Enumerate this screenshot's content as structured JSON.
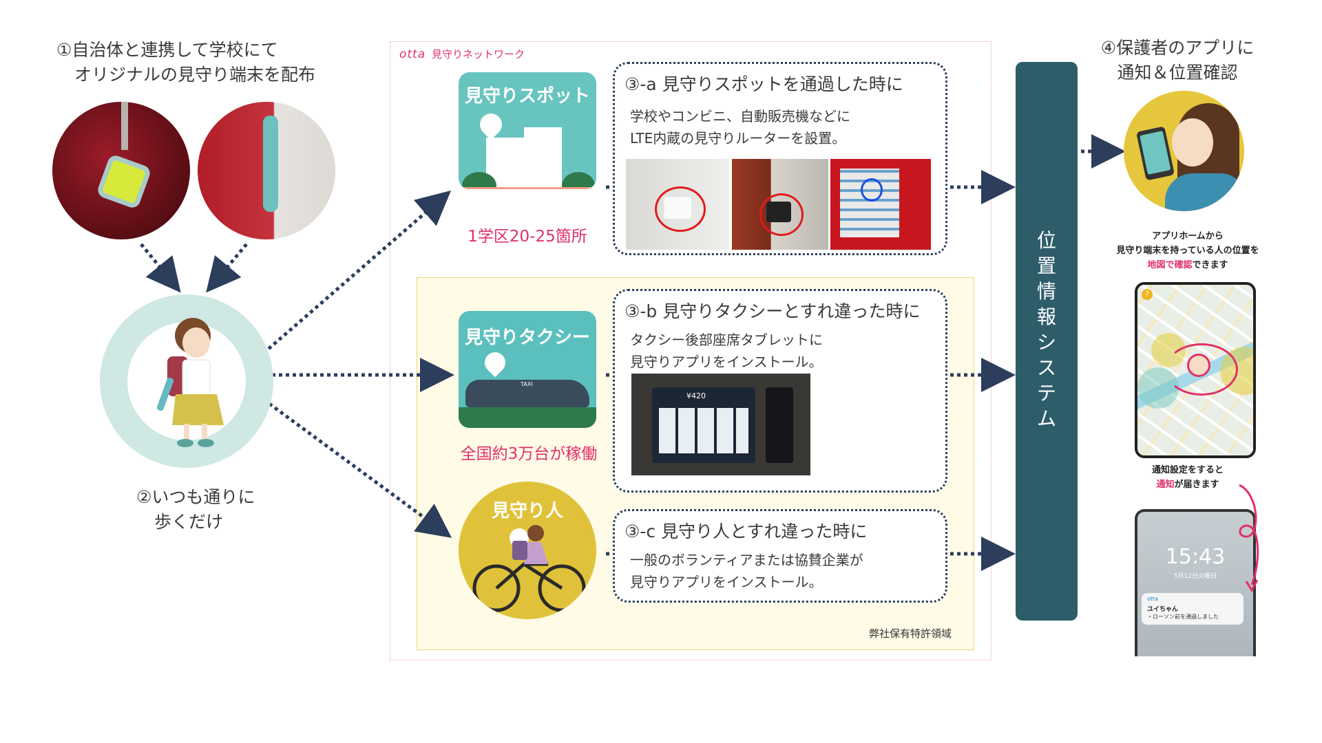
{
  "step1": {
    "line1": "①自治体と連携して学校にて",
    "line2": "オリジナルの見守り端末を配布"
  },
  "step2": {
    "line1": "②いつも通りに",
    "line2": "歩くだけ"
  },
  "step4": {
    "line1": "④保護者のアプリに",
    "line2": "通知＆位置確認"
  },
  "network": {
    "brand": "otta",
    "label": "見守りネットワーク"
  },
  "patent_label": "弊社保有特許領域",
  "spot": {
    "tile_label": "見守りスポット",
    "count": "1学区20-25箇所",
    "title": "③-a 見守りスポットを通過した時に",
    "desc1": "学校やコンビニ、自動販売機などに",
    "desc2": "LTE内蔵の見守りルーターを設置。"
  },
  "taxi": {
    "tile_label": "見守りタクシー",
    "count": "全国約3万台が稼働",
    "title": "③-b 見守りタクシーとすれ違った時に",
    "desc1": "タクシー後部座席タブレットに",
    "desc2": "見守りアプリをインストール。",
    "car_sign": "TAXI",
    "tablet_price": "¥420"
  },
  "person": {
    "tile_label": "見守り人",
    "title": "③-c 見守り人とすれ違った時に",
    "desc1": "一般のボランティアまたは協賛企業が",
    "desc2": "見守りアプリをインストール。"
  },
  "system": {
    "chars": [
      "位",
      "置",
      "情",
      "報",
      "シ",
      "ス",
      "テ",
      "ム"
    ]
  },
  "app_home": {
    "line1": "アプリホームから",
    "line2": "見守り端末を持っている人の位置を",
    "line3_pink": "地図で確認",
    "line3_rest": "できます"
  },
  "notify": {
    "line1": "通知設定をすると",
    "line2_pink": "通知",
    "line2_rest": "が届きます",
    "time": "15:43",
    "date": "5月12日火曜日",
    "app_name": "otta",
    "notif_name": "ユイちゃん",
    "notif_body": "・ローソン前を通過しました"
  },
  "colors": {
    "navy": "#2c3e5c",
    "system": "#2e5d6a",
    "pink": "#e0306b",
    "spot_bg": "#67c4bf",
    "taxi_bg": "#5bc0bd",
    "person_bg": "#e0c23a",
    "patent_bg": "#fffbe6"
  }
}
